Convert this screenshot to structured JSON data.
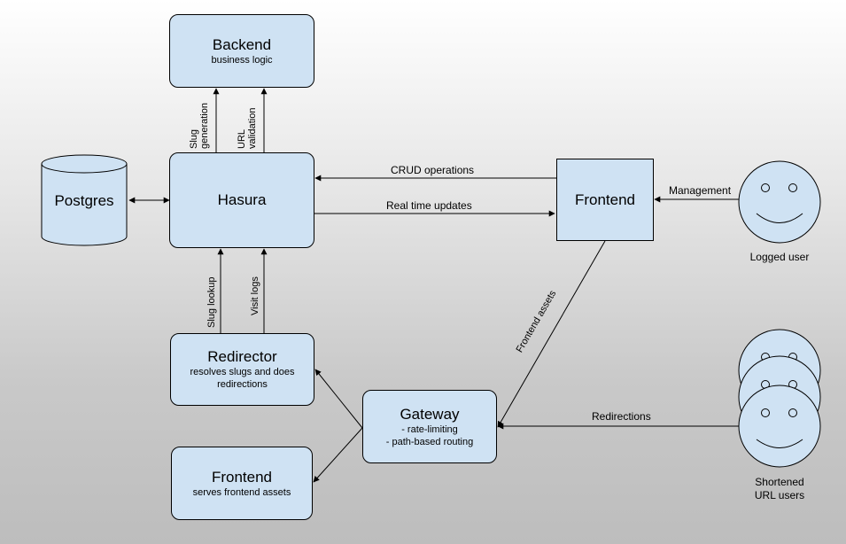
{
  "nodes": {
    "backend": {
      "title": "Backend",
      "subtitle": "business logic"
    },
    "postgres": {
      "title": "Postgres"
    },
    "hasura": {
      "title": "Hasura"
    },
    "frontend_app": {
      "title": "Frontend"
    },
    "redirector": {
      "title": "Redirector",
      "subtitle": "resolves slugs and does redirections"
    },
    "gateway": {
      "title": "Gateway",
      "line1": "- rate-limiting",
      "line2": "- path-based routing"
    },
    "frontend_assets": {
      "title": "Frontend",
      "subtitle": "serves frontend assets"
    }
  },
  "actors": {
    "logged_user": "Logged user",
    "shortened_line1": "Shortened",
    "shortened_line2": "URL users"
  },
  "edges": {
    "slug_generation": "Slug generation",
    "url_validation": "URL validation",
    "crud": "CRUD operations",
    "realtime": "Real time updates",
    "management": "Management",
    "slug_lookup": "Slug lookup",
    "visit_logs": "Visit logs",
    "frontend_assets": "Frontend assets",
    "redirections": "Redirections"
  },
  "colors": {
    "node_fill": "#cfe2f3",
    "actor_fill": "#cfe2f3",
    "stroke": "#000000"
  }
}
